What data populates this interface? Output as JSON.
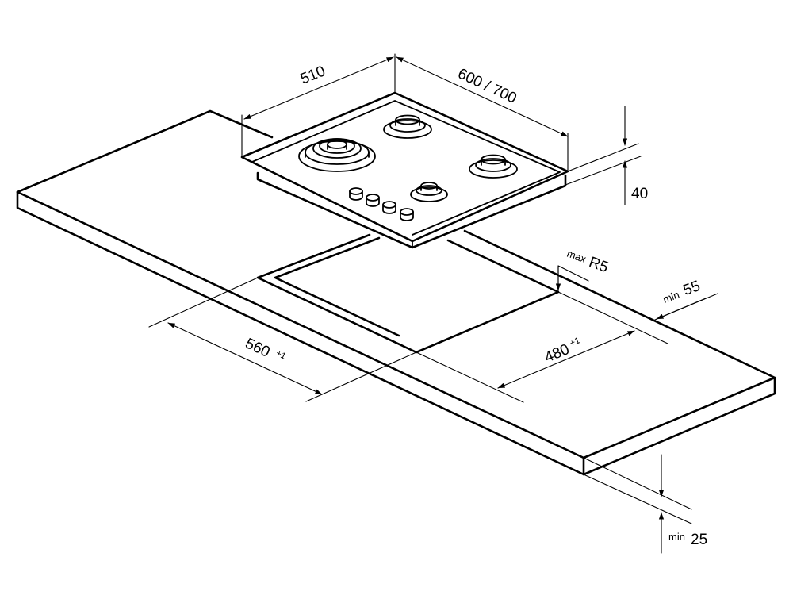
{
  "dimensions": {
    "depth": "510",
    "width": "600 / 700",
    "height": "40",
    "corner_prefix": "max",
    "corner_value": "R5",
    "side_prefix": "min",
    "side_value": "55",
    "cut_width": "560",
    "cut_width_tol": "+1",
    "cut_depth": "480",
    "cut_depth_tol": "+1",
    "wall_prefix": "min",
    "wall_value": "25"
  }
}
